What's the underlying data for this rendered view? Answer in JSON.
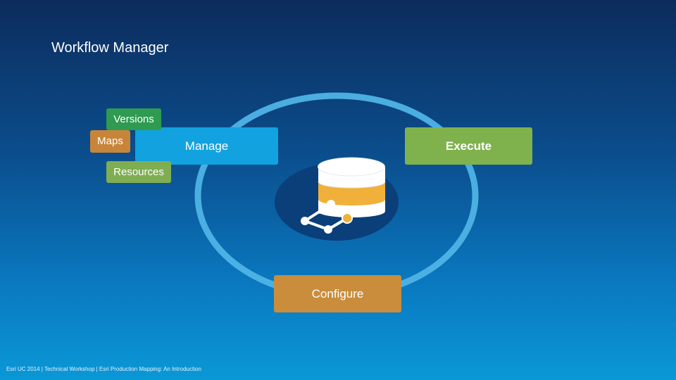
{
  "title": "Workflow Manager",
  "labels": {
    "versions": "Versions",
    "maps": "Maps",
    "manage": "Manage",
    "resources": "Resources",
    "execute": "Execute",
    "configure": "Configure"
  },
  "footer": "Esri UC 2014 | Technical Workshop | Esri Production Mapping: An Introduction",
  "colors": {
    "versions": "#2e9b51",
    "maps": "#c8853a",
    "resources": "#7fae52",
    "manage": "#12a2e0",
    "execute": "#7fb24d",
    "configure": "#c98d3c",
    "ring": "#4fb3e6",
    "db_top": "#ffffff",
    "db_band": "#f1b03a"
  }
}
